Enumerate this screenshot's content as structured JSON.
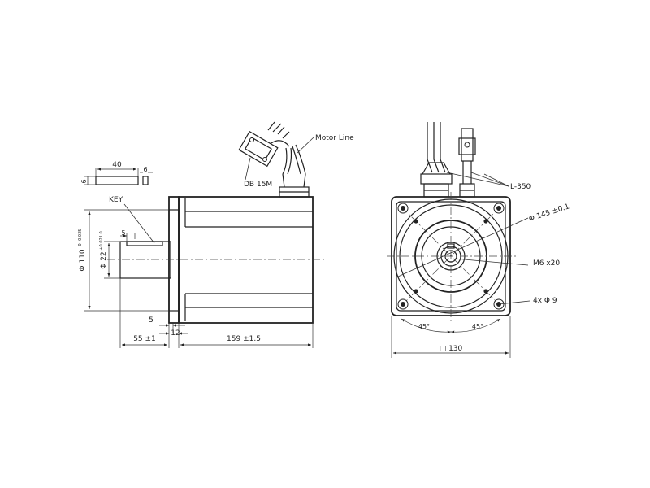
{
  "labels": {
    "motor_line": "Motor Line",
    "db15m": "DB 15M",
    "key": "KEY",
    "l350": "L-350",
    "phi145": "Φ 145 ±0.1",
    "m6x20": "M6 x20",
    "holes": "4x Φ 9",
    "deg45_left": "45°",
    "deg45_right": "45°",
    "square130": "□ 130",
    "phi110": "Φ 110",
    "phi110_tol": "0 -0.035",
    "phi22": "Φ 22",
    "phi22_tol": "+0.021 0",
    "key_len": "40",
    "key_w": "6",
    "key_h": "6",
    "key_off": "5",
    "flange_step": "5",
    "flange_thk": "12",
    "shaft_len": "55 ±1",
    "body_len": "159 ±1.5"
  }
}
